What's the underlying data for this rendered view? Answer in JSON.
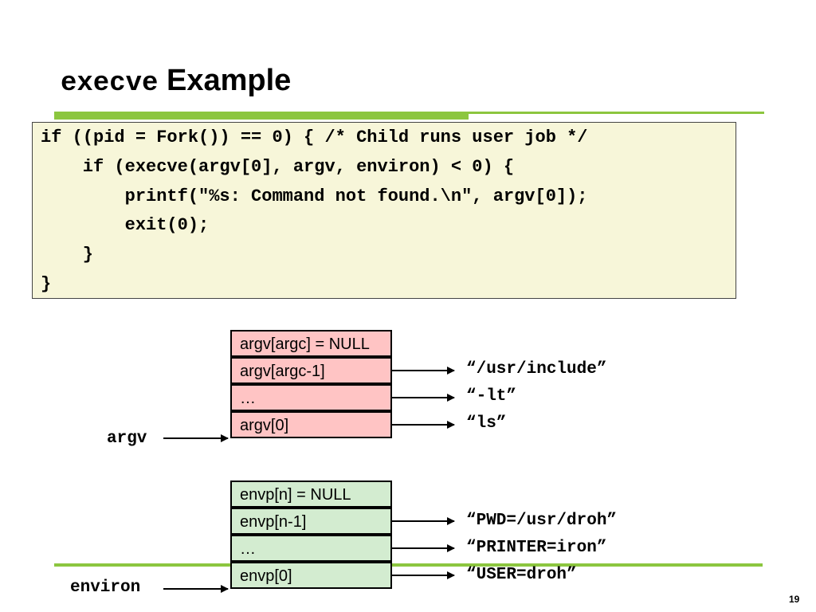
{
  "slide": {
    "title_code": "execve",
    "title_text": "Example",
    "page_number": "19"
  },
  "code": [
    "if ((pid = Fork()) == 0) { /* Child runs user job */",
    "    if (execve(argv[0], argv, environ) < 0) {",
    "        printf(\"%s: Command not found.\\n\", argv[0]);",
    "        exit(0);",
    "    }",
    "}"
  ],
  "argv_diagram": {
    "pointer_label": "argv",
    "cells": [
      "argv[argc] = NULL",
      "argv[argc-1]",
      "…",
      "argv[0]"
    ],
    "targets": [
      "“/usr/include”",
      "“-lt”",
      "“ls”"
    ]
  },
  "envp_diagram": {
    "pointer_label": "environ",
    "cells": [
      "envp[n] = NULL",
      "envp[n-1]",
      "…",
      "envp[0]"
    ],
    "targets": [
      "“PWD=/usr/droh”",
      "“PRINTER=iron”",
      "“USER=droh”"
    ]
  },
  "colors": {
    "accent_green": "#8cc63f",
    "code_background": "#f7f6d9",
    "argv_cell": "#ffc4c4",
    "envp_cell": "#d3ecd0"
  }
}
